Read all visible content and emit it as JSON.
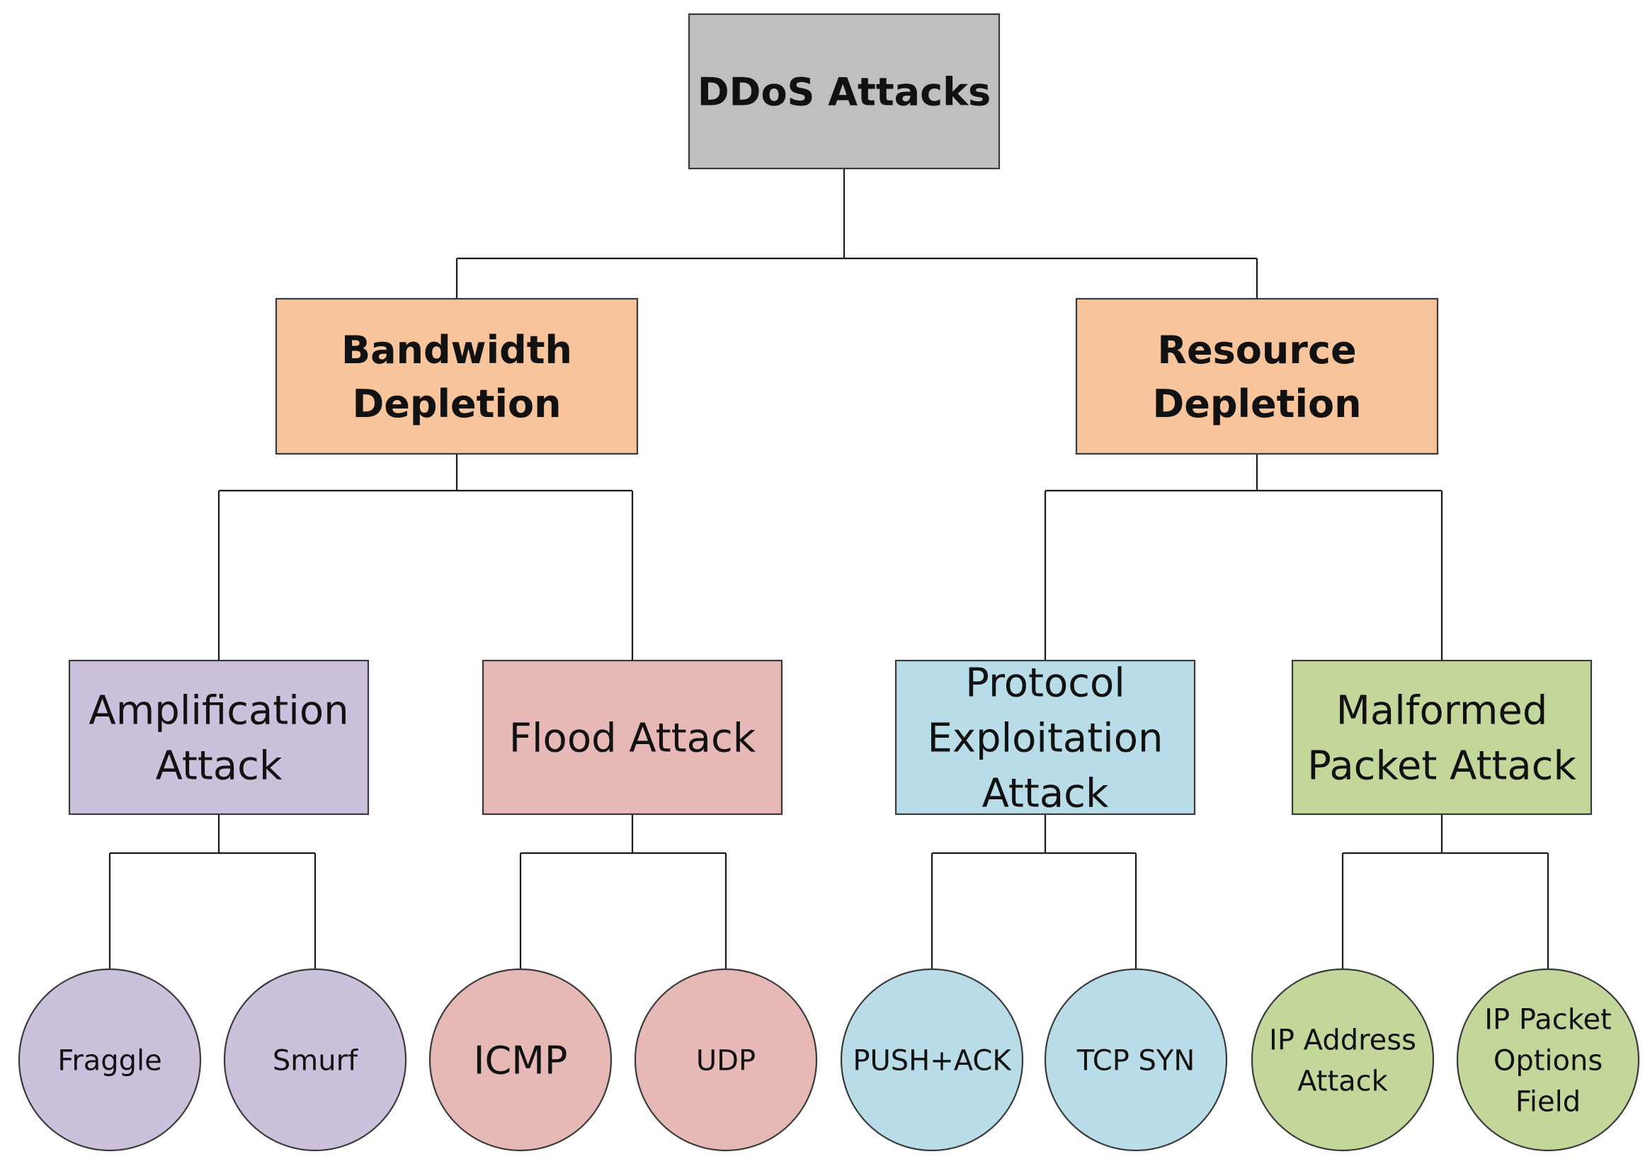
{
  "root": {
    "label": [
      "DDoS Attacks"
    ],
    "color": "#bfbfbf"
  },
  "categories": [
    {
      "key": "bandwidth",
      "label": [
        "Bandwidth",
        "Depletion"
      ],
      "color": "#f8c49c",
      "children": [
        {
          "key": "amplification",
          "label": [
            "Amplification",
            "Attack"
          ],
          "color": "#ccc1dd",
          "leaves": [
            {
              "key": "fraggle",
              "label": [
                "Fraggle"
              ]
            },
            {
              "key": "smurf",
              "label": [
                "Smurf"
              ]
            }
          ]
        },
        {
          "key": "flood",
          "label": [
            "Flood Attack"
          ],
          "color": "#e6b8b6",
          "leaves": [
            {
              "key": "icmp",
              "label": [
                "ICMP"
              ]
            },
            {
              "key": "udp",
              "label": [
                "UDP"
              ]
            }
          ]
        }
      ]
    },
    {
      "key": "resource",
      "label": [
        "Resource",
        "Depletion"
      ],
      "color": "#f8c49c",
      "children": [
        {
          "key": "protocol",
          "label": [
            "Protocol",
            "Exploitation",
            "Attack"
          ],
          "color": "#b8dde8",
          "leaves": [
            {
              "key": "push-ack",
              "label": [
                "PUSH+ACK"
              ]
            },
            {
              "key": "tcp-syn",
              "label": [
                "TCP SYN"
              ]
            }
          ]
        },
        {
          "key": "malformed",
          "label": [
            "Malformed",
            "Packet Attack"
          ],
          "color": "#c4d79b",
          "leaves": [
            {
              "key": "ip-address",
              "label": [
                "IP Address",
                "Attack"
              ]
            },
            {
              "key": "ip-packet-options",
              "label": [
                "IP Packet",
                "Options",
                "Field"
              ]
            }
          ]
        }
      ]
    }
  ]
}
